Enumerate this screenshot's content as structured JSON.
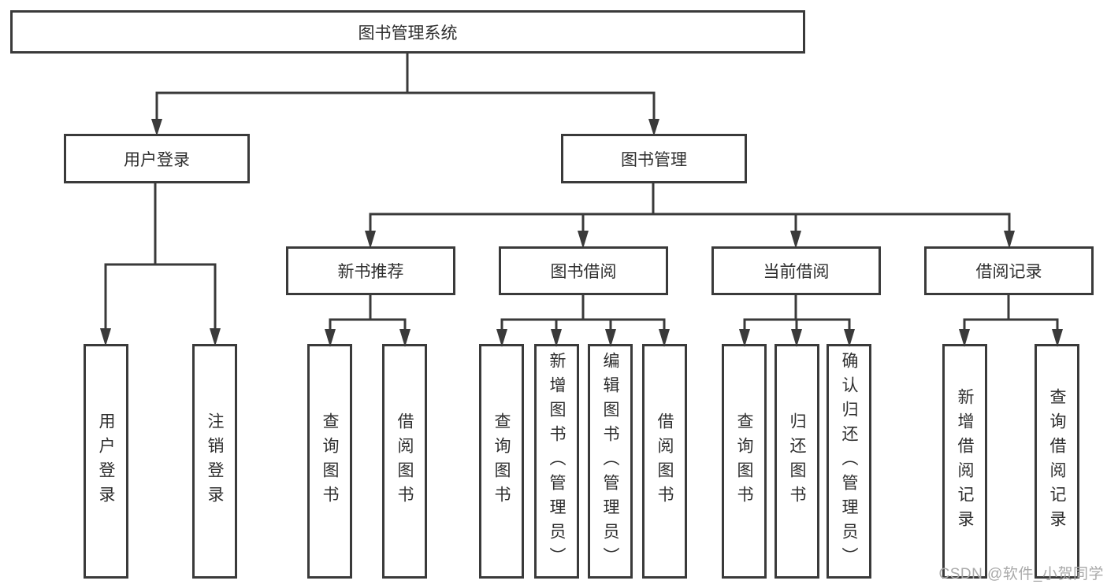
{
  "diagram": {
    "root": {
      "label": "图书管理系统"
    },
    "branches": [
      {
        "label": "用户登录",
        "children": [
          {
            "label": "用户登录"
          },
          {
            "label": "注销登录"
          }
        ]
      },
      {
        "label": "图书管理",
        "children": [
          {
            "label": "新书推荐",
            "children": [
              {
                "label": "查询图书"
              },
              {
                "label": "借阅图书"
              }
            ]
          },
          {
            "label": "图书借阅",
            "children": [
              {
                "label": "查询图书"
              },
              {
                "label": "新增图书（管理员）"
              },
              {
                "label": "编辑图书（管理员）"
              },
              {
                "label": "借阅图书"
              }
            ]
          },
          {
            "label": "当前借阅",
            "children": [
              {
                "label": "查询图书"
              },
              {
                "label": "归还图书"
              },
              {
                "label": "确认归还（管理员）"
              }
            ]
          },
          {
            "label": "借阅记录",
            "children": [
              {
                "label": "新增借阅记录"
              },
              {
                "label": "查询借阅记录"
              }
            ]
          }
        ]
      }
    ]
  },
  "watermark": {
    "text": "CSDN @软件_小贺同学"
  },
  "colors": {
    "line": "#3a3a3a",
    "box_fill": "#ffffff",
    "text": "#2e2e2e",
    "watermark": "#a9a9a9",
    "background": "#ffffff"
  }
}
